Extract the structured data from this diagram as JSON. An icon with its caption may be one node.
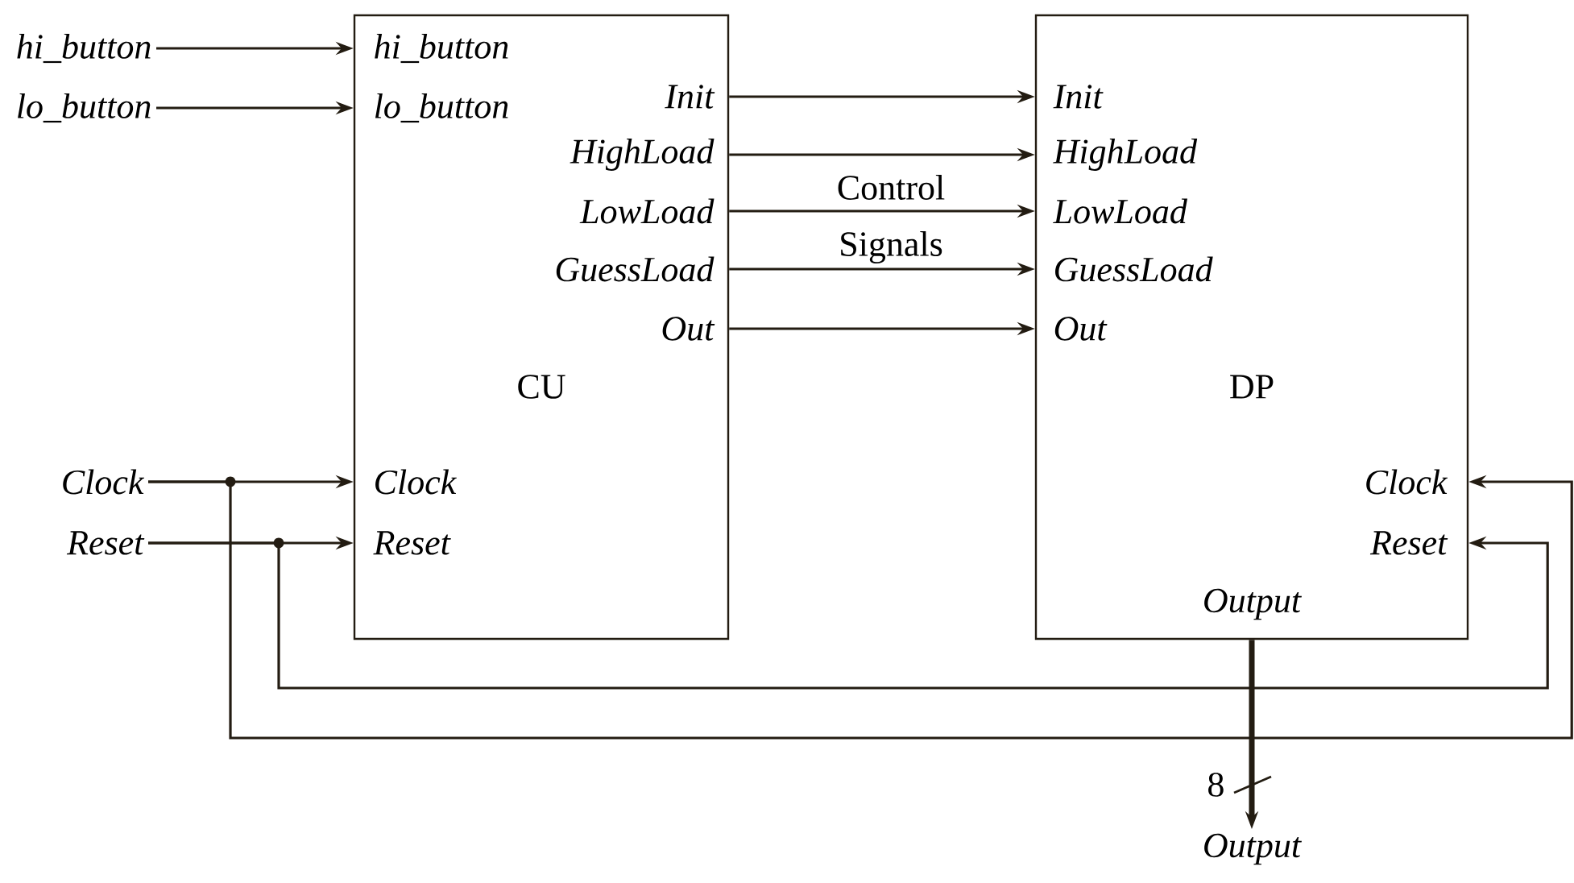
{
  "diagram": {
    "nodes": [
      {
        "text": [
          "hi_button",
          "lo_button",
          "Init",
          "HighLoad",
          "LowLoad",
          "GuessLoad",
          "Out",
          "CU",
          "Clock",
          "Reset"
        ]
      },
      {
        "text": [
          "Init",
          "HighLoad",
          "LowLoad",
          "GuessLoad",
          "Out",
          "DP",
          "Clock",
          "Reset",
          "Output"
        ]
      },
      {
        "text": [
          "hi_button"
        ]
      },
      {
        "text": [
          "lo_button"
        ]
      },
      {
        "text": [
          "Clock"
        ]
      },
      {
        "text": [
          "Reset"
        ]
      },
      {
        "text": [
          "Output"
        ]
      }
    ],
    "edges": [
      {
        "from": 2,
        "to": 0,
        "arrow": "to"
      },
      {
        "from": 3,
        "to": 0,
        "arrow": "to"
      },
      {
        "from": 0,
        "to": 1,
        "arrow": "to"
      },
      {
        "from": 0,
        "to": 1,
        "arrow": "to"
      },
      {
        "from": 0,
        "to": 1,
        "arrow": "to"
      },
      {
        "from": 0,
        "to": 1,
        "arrow": "to"
      },
      {
        "from": 0,
        "to": 1,
        "arrow": "to"
      },
      {
        "from": 4,
        "to": 0,
        "arrow": "to"
      },
      {
        "from": 5,
        "to": 0,
        "arrow": "to"
      },
      {
        "from": 4,
        "to": 1,
        "arrow": "to"
      },
      {
        "from": 5,
        "to": 1,
        "arrow": "to"
      },
      {
        "from": 1,
        "to": 6,
        "arrow": "to",
        "label": "8",
        "style": "thick"
      }
    ],
    "labels": [
      "Control Signals"
    ]
  }
}
